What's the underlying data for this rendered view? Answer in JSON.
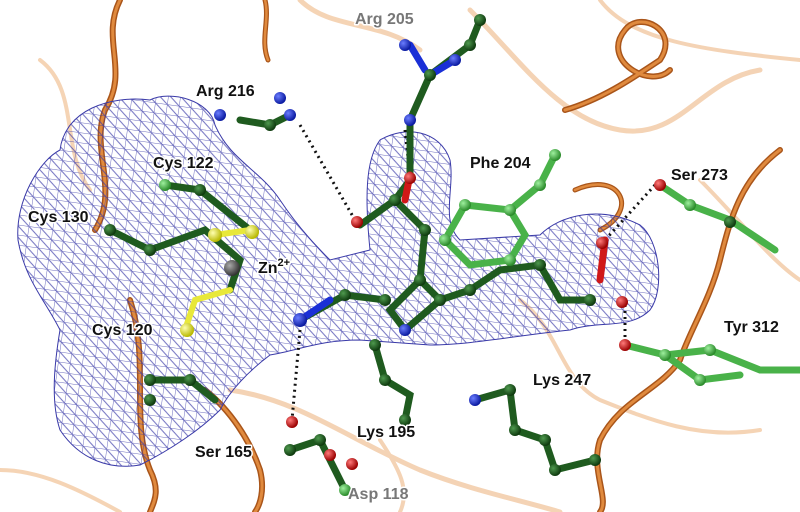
{
  "labels": {
    "arg205": "Arg 205",
    "arg216": "Arg 216",
    "cys122": "Cys 122",
    "phe204": "Phe 204",
    "ser273": "Ser 273",
    "cys130": "Cys 130",
    "zn": "Zn",
    "zn_charge": "2+",
    "cys120": "Cys 120",
    "tyr312": "Tyr 312",
    "lys247": "Lys 247",
    "lys195": "Lys 195",
    "ser165": "Ser 165",
    "asp118": "Asp 118"
  },
  "colors": {
    "label_text": "#111111",
    "label_faded": "#777777",
    "density_mesh": "#3a3aa8",
    "ribbon_dark": "#a9551a",
    "ribbon_mid": "#d9823c",
    "ribbon_light": "#f2c9a3",
    "carbon_dark": "#1f5b1f",
    "carbon_light": "#49b249",
    "nitrogen": "#1a2fd6",
    "oxygen": "#d01818",
    "sulfur": "#e8e83a",
    "zinc": "#555555"
  }
}
